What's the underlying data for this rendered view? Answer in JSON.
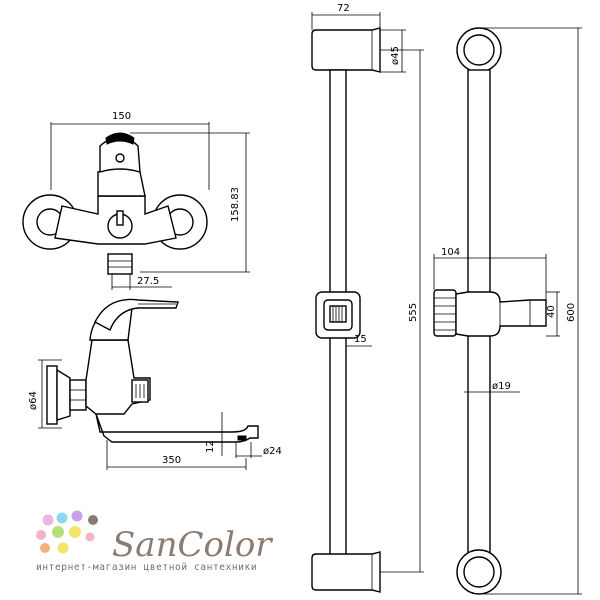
{
  "dimensions": {
    "mixer_top_width": "150",
    "mixer_top_height": "158.83",
    "mixer_top_offset": "27.5",
    "mixer_side_diameter": "ø64",
    "mixer_side_length": "350",
    "mixer_side_spout_height": "12",
    "mixer_side_spout_diameter": "ø24",
    "rail_front_width": "72",
    "rail_front_bracket_diameter": "ø45",
    "rail_front_slider_thickness": "15",
    "rail_front_length": "555",
    "rail_side_holder_width": "104",
    "rail_side_holder_height": "40",
    "rail_side_bar_diameter": "ø19",
    "rail_side_length": "600"
  },
  "logo": {
    "brand": "SanColor",
    "tagline": "интернет-магазин цветной сантехники",
    "dot_colors": [
      "#e9b6e4",
      "#8fd7f0",
      "#c8a2e8",
      "#f6b3c8",
      "#b9dd7a",
      "#f3e46a",
      "#f6b07a",
      "#8a7c72"
    ]
  }
}
